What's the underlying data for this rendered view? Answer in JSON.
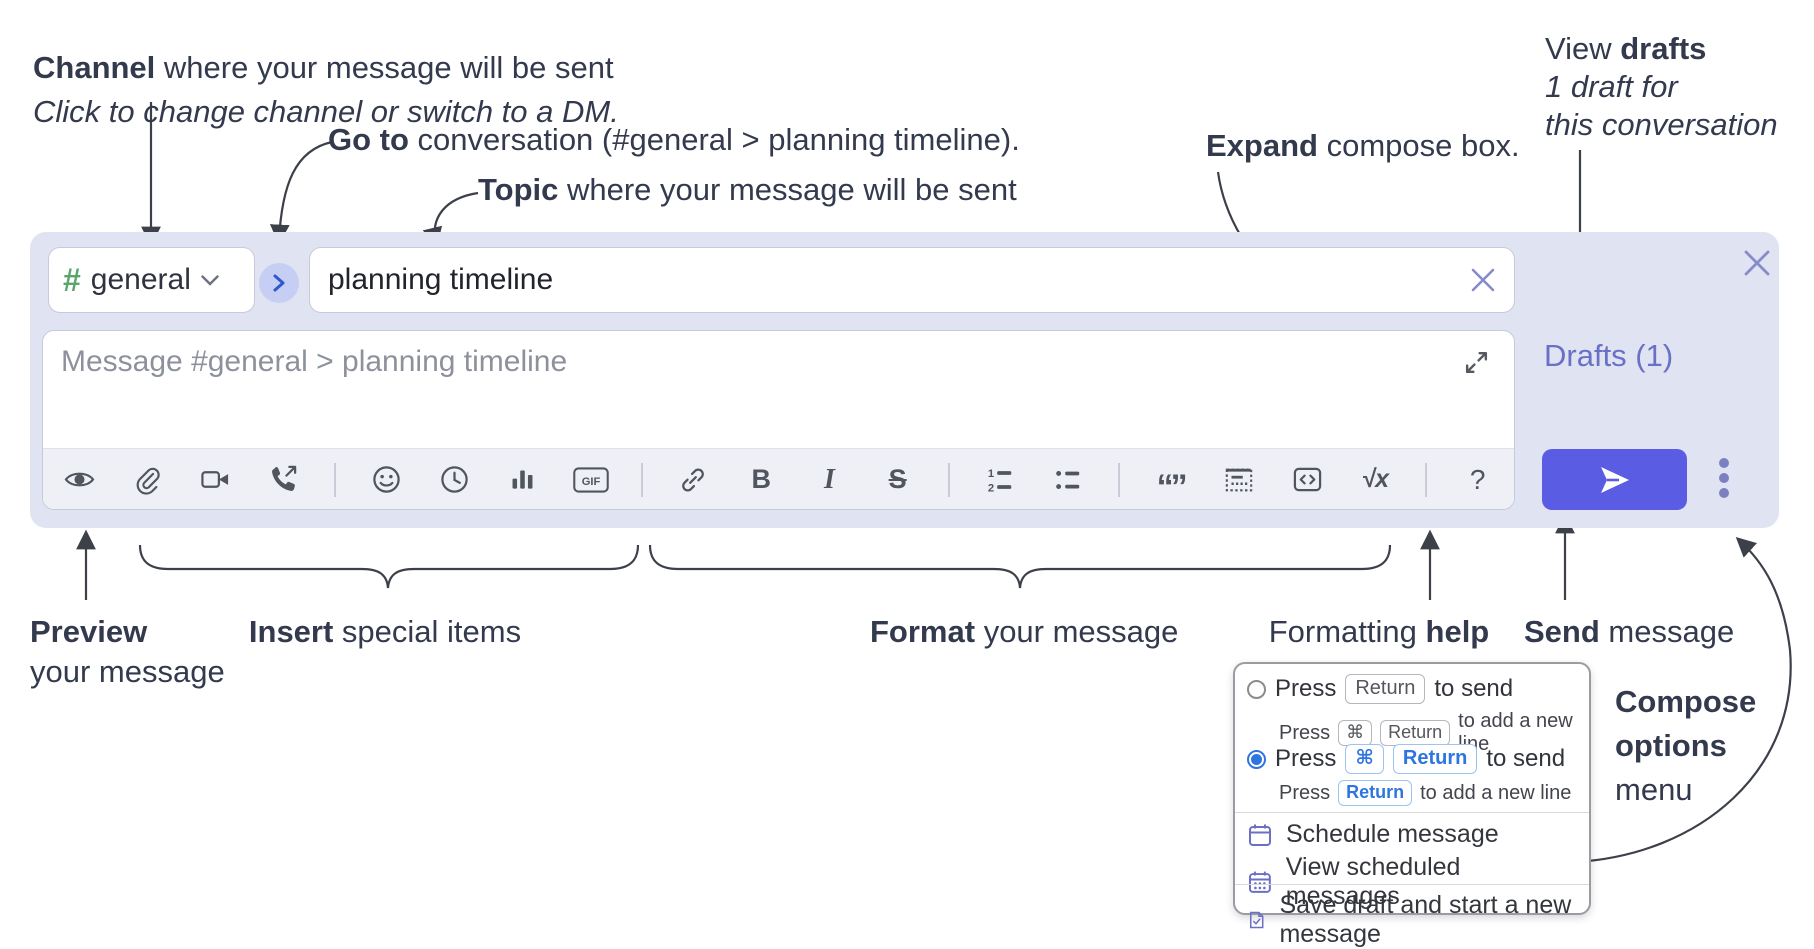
{
  "annotations": {
    "channel_bold": "Channel",
    "channel_rest": " where your message will be sent",
    "channel_sub": "Click to change channel or switch to a DM.",
    "goto_bold": "Go to",
    "goto_rest": " conversation (#general > planning timeline).",
    "topic_bold": "Topic",
    "topic_rest": " where your message will be sent",
    "expand_bold": "Expand",
    "expand_rest": " compose box.",
    "drafts_pre": "View ",
    "drafts_bold": "drafts",
    "drafts_line2": "1 draft for",
    "drafts_line3": "this conversation",
    "preview_bold": "Preview",
    "preview_line2": "your message",
    "insert_bold": "Insert",
    "insert_rest": " special items",
    "format_bold": "Format",
    "format_rest": " your message",
    "help_pre": "Formatting ",
    "help_bold": "help",
    "send_bold": "Send",
    "send_rest": " message",
    "compose_l1": "Compose",
    "compose_l2": "options",
    "compose_l3": "menu"
  },
  "compose": {
    "channel_name": "general",
    "topic_value": "planning timeline",
    "message_placeholder": "Message #general > planning timeline",
    "drafts_label": "Drafts (1)",
    "toolbar": {
      "icons": [
        "preview-eye-icon",
        "attach-paperclip-icon",
        "video-call-icon",
        "voice-call-icon",
        "emoji-icon",
        "time-clock-icon",
        "poll-chart-icon",
        "gif-icon",
        "link-icon",
        "bold-icon",
        "italic-icon",
        "strikethrough-icon",
        "numbered-list-icon",
        "bulleted-list-icon",
        "quote-icon",
        "spoiler-icon",
        "code-icon",
        "math-icon",
        "help-icon"
      ],
      "glyphs": {
        "gif": "GIF",
        "bold": "B",
        "italic": "I",
        "strike": "S",
        "quote": "“”",
        "math": "√x",
        "help": "?"
      }
    }
  },
  "popup": {
    "o1_press": "Press",
    "o1_key1": "Return",
    "o1_send": "to send",
    "o1s_press": "Press",
    "o1s_key1": "⌘",
    "o1s_key2": "Return",
    "o1s_rest": "to add a new line",
    "o2_press": "Press",
    "o2_key1": "⌘",
    "o2_key2": "Return",
    "o2_send": "to send",
    "o2s_press": "Press",
    "o2s_key1": "Return",
    "o2s_rest": "to add a new line",
    "menu_schedule": "Schedule message",
    "menu_view_scheduled": "View scheduled messages",
    "menu_save_draft": "Save draft and start a new message"
  },
  "colors": {
    "accent_send": "#5b5ce4",
    "panel_bg": "#e0e3f2",
    "drafts_link": "#6a70c5",
    "channel_hash_green": "#5aa56b",
    "keycap_blue": "#2e75e0",
    "menu_icon_purple": "#6b6fc5",
    "toolbar_icon_gray": "#50555e"
  }
}
